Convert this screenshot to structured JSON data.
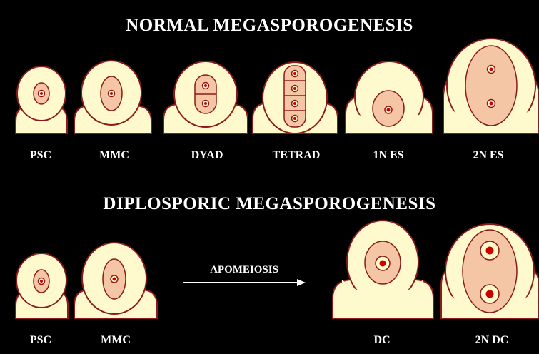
{
  "normal": {
    "title": "NORMAL  MEGASPOROGENESIS",
    "stages": [
      {
        "label": "PSC"
      },
      {
        "label": "MMC"
      },
      {
        "label": "DYAD"
      },
      {
        "label": "TETRAD"
      },
      {
        "label": "1N ES"
      },
      {
        "label": "2N ES"
      }
    ]
  },
  "diplosporic": {
    "title": "DIPLOSPORIC  MEGASPOROGENESIS",
    "arrow_label": "APOMEIOSIS",
    "stages": [
      {
        "label": "PSC"
      },
      {
        "label": "MMC"
      },
      {
        "label": "DC"
      },
      {
        "label": "2N DC"
      }
    ]
  },
  "colors": {
    "background": "#000000",
    "tissue": "#FFFACD",
    "cell": "#F5C6A5",
    "outline": "#8B1A1A",
    "nucleus": "#CC0000",
    "text": "#FFFFFF"
  }
}
